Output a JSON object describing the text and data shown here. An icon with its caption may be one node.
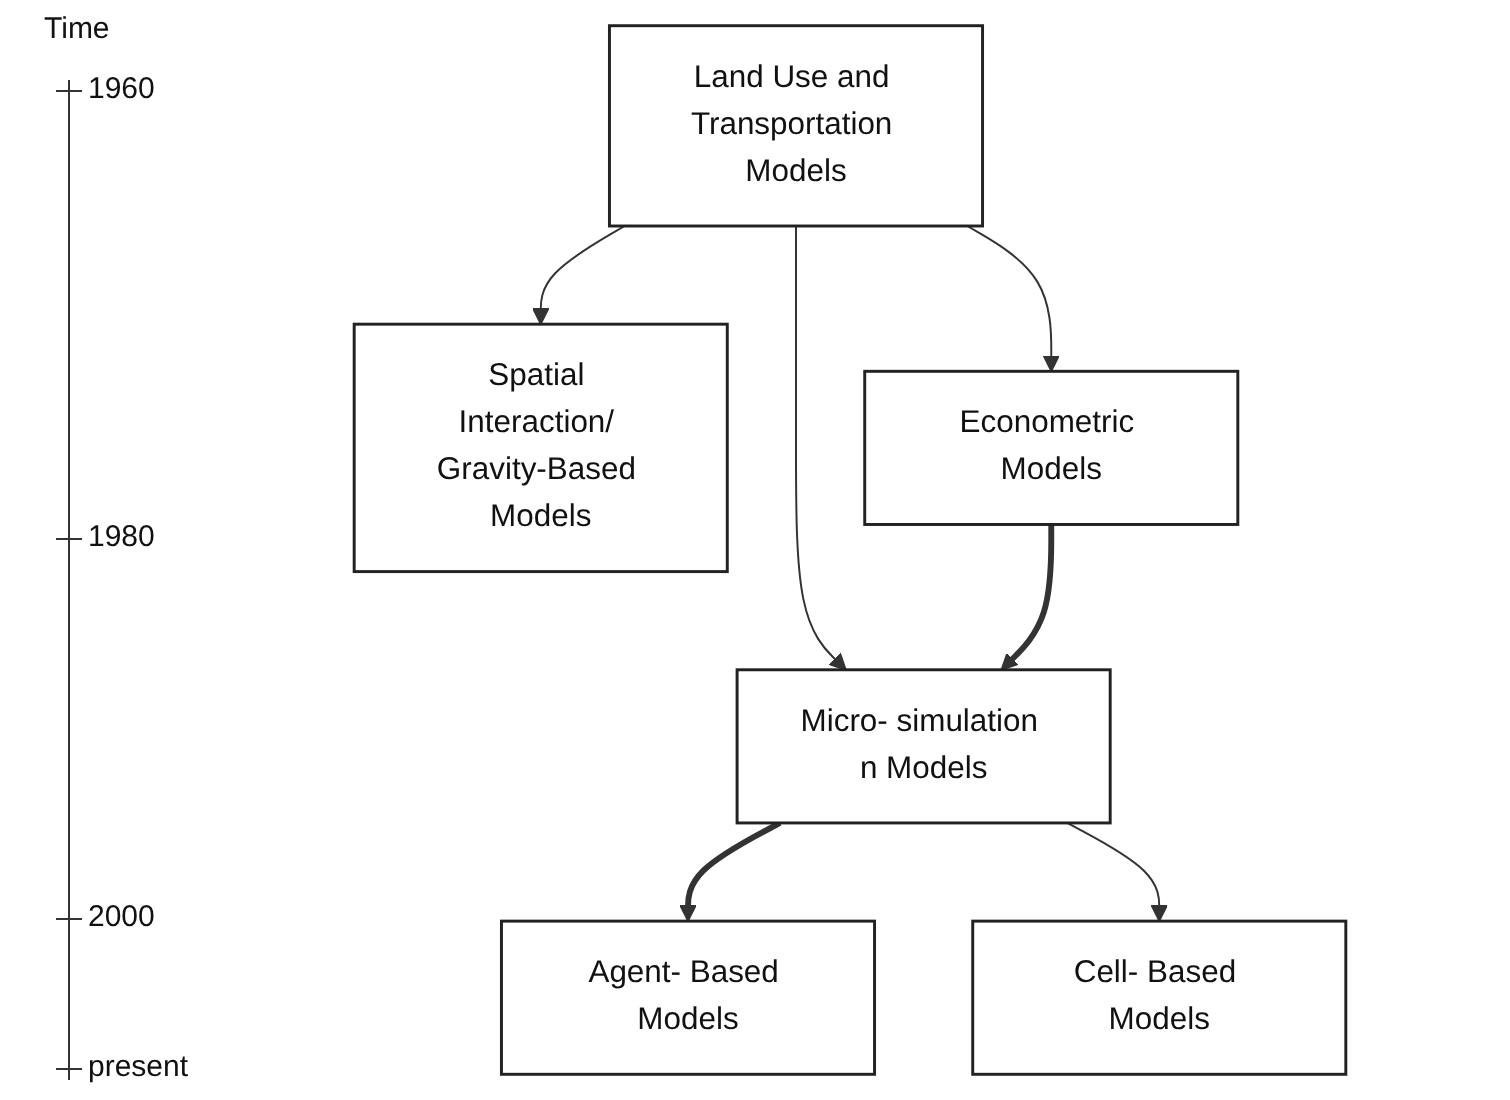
{
  "diagram": {
    "nodes": [
      {
        "text": [
          "Land Use and Transportation Models"
        ]
      },
      {
        "text": [
          "Spatial Interaction/ Gravity-Based Models"
        ]
      },
      {
        "text": [
          "Econometric Models"
        ]
      },
      {
        "text": [
          "Micro- simulation n Models"
        ]
      },
      {
        "text": [
          "Agent- Based Models"
        ]
      },
      {
        "text": [
          "Cell- Based Models"
        ]
      }
    ],
    "edges": [
      {
        "from": 0,
        "to": 1,
        "arrow": "to"
      },
      {
        "from": 0,
        "to": 2,
        "arrow": "to"
      },
      {
        "from": 0,
        "to": 3,
        "arrow": "to"
      },
      {
        "from": 2,
        "to": 3,
        "arrow": "to",
        "style": "thick"
      },
      {
        "from": 3,
        "to": 4,
        "arrow": "to",
        "style": "thick"
      },
      {
        "from": 3,
        "to": 5,
        "arrow": "to"
      }
    ],
    "labels": [
      "Time",
      "1960",
      "1980",
      "2000",
      "present"
    ]
  }
}
